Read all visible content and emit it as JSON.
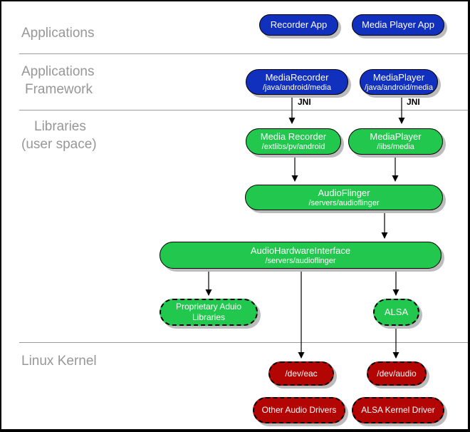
{
  "colors": {
    "node_blue": "#1130BE",
    "node_green": "#22C74E",
    "node_red": "#B40505",
    "shadow_gray": "#bcbcbc",
    "layer_label_gray": "#979797",
    "divider_gray": "#9a9a9a",
    "node_text": "#ffffff",
    "edge_black": "#000000"
  },
  "layers": [
    {
      "id": "applications",
      "lines": [
        "Applications"
      ]
    },
    {
      "id": "applications-framework",
      "lines": [
        "Applications",
        "Framework"
      ]
    },
    {
      "id": "libraries-user-space",
      "lines": [
        "Libraries",
        "(user space)"
      ]
    },
    {
      "id": "linux-kernel",
      "lines": [
        "Linux Kernel"
      ]
    }
  ],
  "nodes": [
    {
      "id": "recorder-app",
      "title": "Recorder App",
      "color": "blue",
      "border": "solid"
    },
    {
      "id": "media-player-app",
      "title": "Media Player App",
      "color": "blue",
      "border": "solid"
    },
    {
      "id": "media-recorder-framework",
      "title": "MediaRecorder",
      "subtitle": "/java/android/media",
      "color": "blue",
      "border": "solid"
    },
    {
      "id": "media-player-framework",
      "title": "MediaPlayer",
      "subtitle": "/java/android/media",
      "color": "blue",
      "border": "solid"
    },
    {
      "id": "media-recorder-lib",
      "title": "Media Recorder",
      "subtitle": "/extlibs/pv/android",
      "color": "green",
      "border": "solid"
    },
    {
      "id": "media-player-lib",
      "title": "MediaPlayer",
      "subtitle": "/libs/media",
      "color": "green",
      "border": "solid"
    },
    {
      "id": "audioflinger",
      "title": "AudioFlinger",
      "subtitle": "/servers/audioflinger",
      "color": "green",
      "border": "solid"
    },
    {
      "id": "audio-hardware-interface",
      "title": "AudioHardwareInterface",
      "subtitle": "/servers/audioflinger",
      "color": "green",
      "border": "solid"
    },
    {
      "id": "proprietary-audio-libraries",
      "title": "Proprietary Aduio",
      "title2": "Libraries",
      "color": "green",
      "border": "dashed"
    },
    {
      "id": "alsa",
      "title": "ALSA",
      "color": "green",
      "border": "dashed"
    },
    {
      "id": "dev-eac",
      "title": "/dev/eac",
      "color": "red",
      "border": "dashed"
    },
    {
      "id": "dev-audio",
      "title": "/dev/audio",
      "color": "red",
      "border": "dashed"
    },
    {
      "id": "other-audio-drivers",
      "title": "Other Audio Drivers",
      "color": "red",
      "border": "dashed"
    },
    {
      "id": "alsa-kernel-driver",
      "title": "ALSA Kernel Driver",
      "color": "red",
      "border": "dashed"
    }
  ],
  "connections": [
    {
      "from": "media-recorder-framework",
      "to": "media-recorder-lib",
      "label": "JNI"
    },
    {
      "from": "media-player-framework",
      "to": "media-player-lib",
      "label": "JNI"
    },
    {
      "from": "media-recorder-lib",
      "to": "audioflinger",
      "label": ""
    },
    {
      "from": "media-player-lib",
      "to": "audioflinger",
      "label": ""
    },
    {
      "from": "audioflinger",
      "to": "audio-hardware-interface",
      "label": ""
    },
    {
      "from": "audio-hardware-interface",
      "to": "proprietary-audio-libraries",
      "label": ""
    },
    {
      "from": "audio-hardware-interface",
      "to": "dev-eac",
      "label": ""
    },
    {
      "from": "audio-hardware-interface",
      "to": "alsa",
      "label": ""
    },
    {
      "from": "alsa",
      "to": "dev-audio",
      "label": ""
    }
  ]
}
